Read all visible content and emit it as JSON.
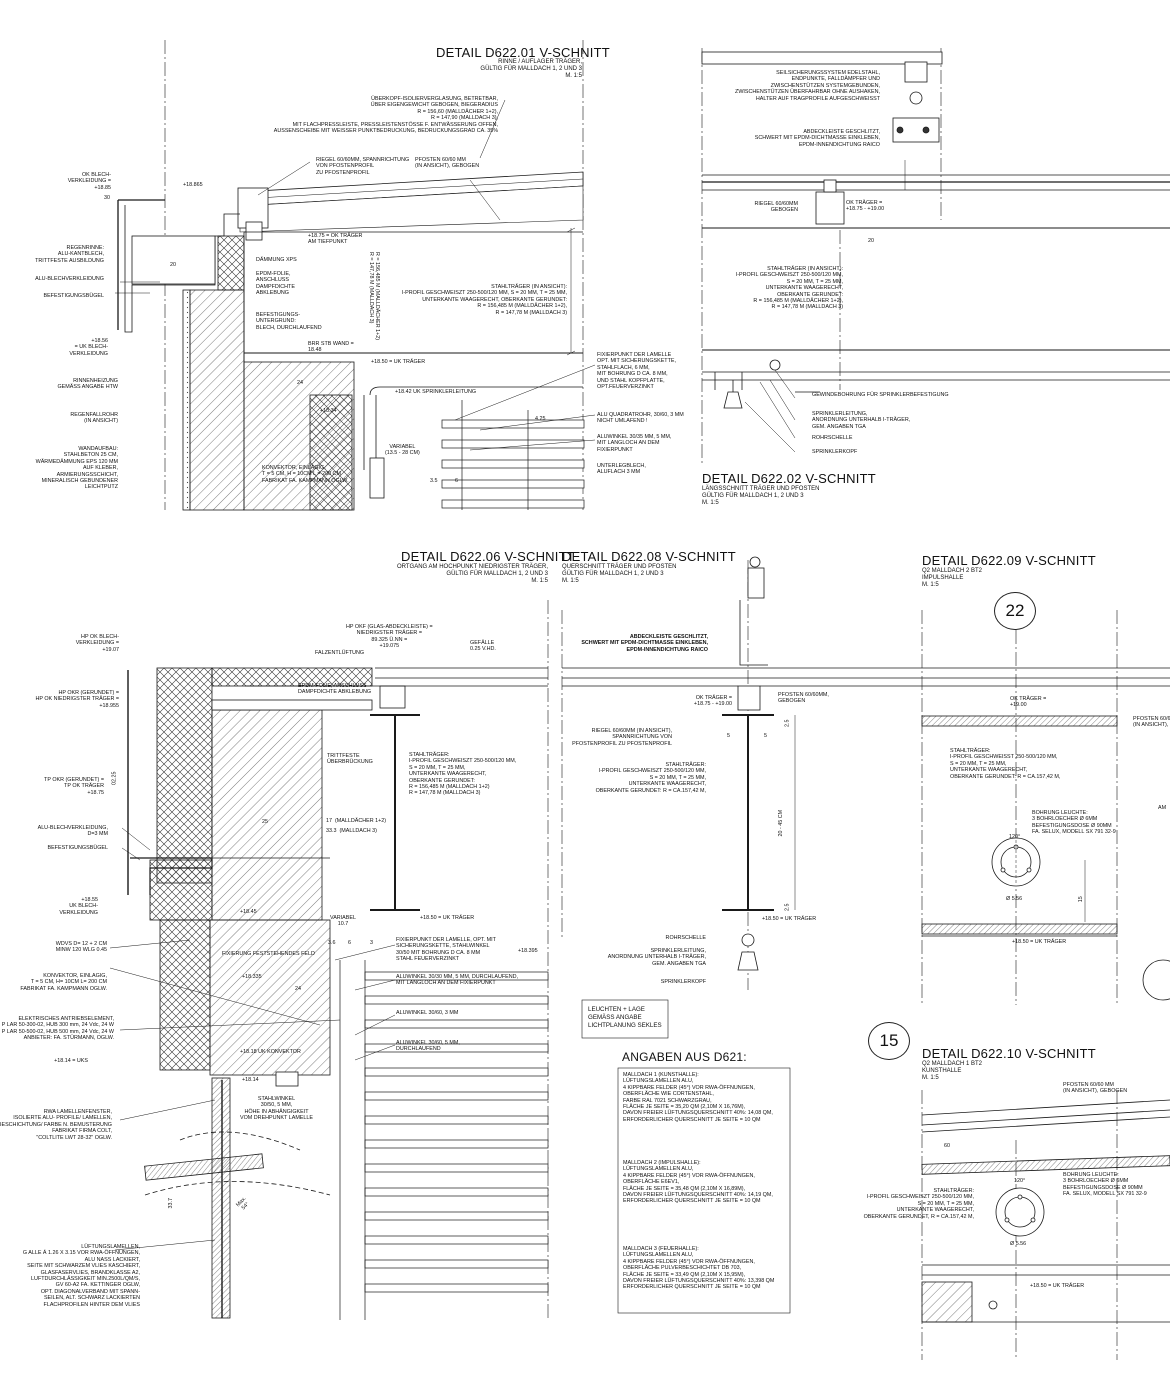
{
  "details": {
    "d01": {
      "title": "DETAIL D622.01  V-SCHNITT",
      "subtitle": "RINNE / AUFLAGER TRÄGER,\nGÜLTIG FÜR MALLDACH 1, 2 UND 3\nM. 1:5",
      "labels": {
        "glazing": "ÜBERKOPF-ISOLIERVERGLASUNG, BETRETBAR,\nÜBER EIGENGEWICHT GEBOGEN, BIEGERADIUS\nR = 156,60 (MALLDÄCHER 1+2),\nR = 147,90 (MALLDACH 3),\nMIT FLACHPRESSLEISTE, PRESSLEISTENSTÖSSE F. ENTWÄSSERUNG OFFEN,\nAUSSENSCHEIBE MIT WEISSER PUNKTBEDRUCKUNG, BEDRUCKUNGSGRAD CA. 35%",
        "riegel": "RIEGEL 60/60MM, SPANNRICHTUNG\nVON PFOSTENPROFIL\nZU PFOSTENPROFIL",
        "pfosten": "PFOSTEN 60/60 MM\n(IN ANSICHT), GEBOGEN",
        "ok_blech": "OK BLECH-\nVERKLEIDUNG =\n+18.85",
        "level_18865": "+18.865",
        "regenrinne": "REGENRINNE:\nALU-KANTBLECH,\nTRITTFESTE AUSBILDUNG",
        "alu_blech": "ALU-BLECHVERKLEIDUNG",
        "befestigung": "BEFESTIGUNGSBÜGEL",
        "uk_blech": "+18.56\n= UK BLECH-\nVERKLEIDUNG",
        "rinnenheizung": "RINNENHEIZUNG\nGEMÄSS ANGABE HTW",
        "regenfallrohr": "REGENFALLROHR\n(IN ANSICHT)",
        "wandaufbau": "WANDAUFBAU:\nSTAHLBETON 25 CM,\nWÄRMEDÄMMUNG EPS 120 MM\nAUF KLEBER,\nARMIERUNGSSCHICHT,\nMINERALISCH GEBUNDENER\nLEICHTPUTZ",
        "daemmung": "DÄMMUNG XPS",
        "epdm": "EPDM-FOLIE,\nANSCHLUSS\nDAMPFDICHTE\nABKLEBUNG",
        "befestigungsuntergrund": "BEFESTIGUNGS-\nUNTERGRUND:\nBLECH, DURCHLAUFEND",
        "ok_traeger": "+18.75 = OK TRÄGER\nAM TIEFPUNKT",
        "brr": "BRR STB WAND =\n18.48",
        "uk_traeger": "+18.50 = UK TRÄGER",
        "sprinkler": "+18.42 UK SPRINKLERLEITUNG",
        "stahltraeger": "STAHLTRÄGER (IN ANSICHT):\nI-PROFIL GESCHWEISZT 250-500/120 MM, S = 20 MM, T = 25 MM,\nUNTERKANTE WAAGERECHT, OBERKANTE GERUNDET:\nR = 156,485 M (MALLDÄCHER 1+2),\nR = 147,78 M (MALLDACH 3)",
        "radius_vert": "R = 156,485 M (MALLDÄCHER 1+2)\nR = 147,78 M (MALLDACH 3)",
        "fixierpunkt": "FIXIERPUNKT DER LAMELLE\nOPT. MIT SICHERUNGSKETTE,\nSTAHLFLACH, 6 MM,\nMIT BOHRUNG D CA. 8 MM,\nUND STAHL KOPFPLATTE,\nOPT.FEUERVERZINKT",
        "alu_quadrat": "ALU QUADRATROHR, 30/60, 3 MM\nNICHT UMLAFEND !",
        "aluwinkel": "ALUWINKEL 30/35 MM, 5 MM,\nMIT LANGLOCH AN DEM\nFIXIERPUNKT",
        "unterleg": "UNTERLEGBLECH,\nALUFLACH 3 MM",
        "variabel": "VARIABEL\n(13.5 - 28 CM)",
        "konvektor": "KONVEKTOR, EINLAGIG,\nT = 5 CM, H = 10CM L = 200 CM\nFABRIKAT FA. KAMPMANN OGLW.",
        "level_1834": "+18.34",
        "dim_20": "20",
        "dim_24": "24",
        "dim_30": "30",
        "dim_35": "3.5",
        "dim_6": "6",
        "dim_425": "4.25"
      }
    },
    "d02": {
      "title": "DETAIL D622.02  V-SCHNITT",
      "subtitle": "LÄNGSSCHNITT TRÄGER UND PFOSTEN\nGÜLTIG FÜR MALLDACH 1, 2 UND 3\nM. 1:5",
      "labels": {
        "seil": "SEILSICHERUNGSSYSTEM EDELSTAHL,\nENDPUNKTE, FALLDÄMPFER UND\nZWISCHENSTÜTZEN SYSTEMGEBUNDEN,\nZWISCHENSTÜTZEN ÜBERFAHRBAR OHNE AUSHAKEN,\nHALTER AUF TRAGPROFILE AUFGESCHWEISST",
        "abdeckleiste": "ABDECKLEISTE GESCHLITZT,\nSCHWERT MIT EPDM-DICHTMASSE EINKLEBEN,\nEPDM-INNENDICHTUNG RAICO",
        "riegel": "RIEGEL 60/60MM\nGEBOGEN",
        "ok_traeger": "OK TRÄGER =\n+18.75 - +19.00",
        "dim_20": "20",
        "stahltraeger": "STAHLTRÄGER (IN ANSICHT):\nI-PROFIL GESCHWEISZT 250-500/120 MM,\nS = 20 MM, T = 25 MM,\nUNTERKANTE WAAGERECHT,\nOBERKANTE GERUNDET:\nR = 156,485 M (MALLDÄCHER 1+2),\nR = 147,78 M (MALLDACH 3)",
        "gewinde": "GEWINDEBOHRUNG FÜR SPRINKLERBEFESTIGUNG",
        "sprinklerleitung": "SPRINKLERLEITUNG,\nANORDNUNG UNTERHALB I-TRÄGER,\nGEM. ANGABEN TGA",
        "rohrschelle": "ROHRSCHELLE",
        "sprinklerkopf": "SPRINKLERKOPF"
      }
    },
    "d06": {
      "title": "DETAIL D622.06  V-SCHNITT",
      "subtitle": "ORTGANG AM HOCHPUNKT NIEDRIGSTER TRÄGER,\nGÜLTIG FÜR MALLDACH 1, 2 UND 3\nM. 1:5",
      "labels": {
        "hp_ok_blech": "HP OK BLECH-\nVERKLEIDUNG =\n+19.07",
        "hp_okf": "HP OKF (GLAS-ABDECKLEISTE) =\nNIEDRIGSTER TRÄGER =\n89.325 Ü.NN =\n+19.075",
        "falzentlueftung": "FALZENTLÜFTUNG",
        "gefaelle": "GEFÄLLE\n0.25 V.HD.",
        "hp_okr": "HP OKR (GERUNDET) =\nHP OK NIEDRIGSTER TRÄGER =\n+18.955",
        "epdm": "EPDM-FOLIE, ANSCHLUSS\nDAMPFDICHTE ABKLEBUNG",
        "trittfeste": "TRITTFESTE\nÜBERBRÜCKUNG",
        "stahltraeger": "STAHLTRÄGER:\nI-PROFIL GESCHWEISZT 250-500/120 MM,\nS = 20 MM, T = 25 MM,\nUNTERKANTE WAAGERECHT,\nOBERKANTE GERUNDET:\nR = 156,485 M (MALLDACH 1+2)\nR = 147,78 M (MALLDACH 3)",
        "tp_okr": "TP OKR (GERUNDET) =\nTP OK TRÄGER\n+18.75",
        "dim_17": "17  (MALLDÄCHER 1+2)",
        "dim_333": "33.3  (MALLDACH 3)",
        "alu_blech": "ALU-BLECHVERKLEIDUNG,\nD=3 MM",
        "befestigung": "BEFESTIGUNGSBÜGEL",
        "uk_blech": "+18.55\nUK BLECH-\nVERKLEIDUNG",
        "level_1845": "+18.45",
        "uk_traeger": "+18.50 = UK TRÄGER",
        "variabel": "VARIABEL\n10.7",
        "wdvs": "WDVS D= 12 + 2 CM\nMINW 120 WLG 0.45",
        "fixierung": "FIXIERUNG FESTSTEHENDES FELD",
        "fixierpunkt": "FIXIERPUNKT DER LAMELLE, OPT. MIT\nSICHERUNGSKETTE, STAHLWINKEL\n30/50 MIT BOHRUNG D CA. 8 MM\nSTAHL FEUERVERZINKT",
        "level_18395": "+18.395",
        "level_18335": "+18.335",
        "konvektor": "KONVEKTOR, EINLAGIG,\nT = 5 CM, H= 10CM L= 200 CM\nFABRIKAT FA. KAMPMANN OGLW.",
        "aluwinkel1": "ALUWINKEL 30/30 MM, 5 MM, DURCHLAUFEND,\nMIT LANGLOCH AN DEM FIXIERPUNKT",
        "aluwinkel2": "ALUWINKEL 30/60, 3 MM",
        "aluwinkel3": "ALUWINKEL 30/60, 5 MM,\nDURCHLAUFEND",
        "antrieb": "ELEKTRISCHES ANTRIEBSELEMENT,\nP LAR 50-300-02, HUB 300 mm, 24 Vdc, 24 W\nP LAR 50-500-02, HUB 500 mm, 24 Vdc, 24 W\nANBIETER: FA. STÜRMANN, OGLW.",
        "uks": "+18.14 = UKS",
        "uk_konvektor": "+18.18 UK KONVEKTOR",
        "level_1814": "+18.14",
        "stahlwinkel": "STAHLWINKEL\n30/50, 5 MM,\nHÖHE IN ABHÄNGIGKEIT\nVOM DREHPUNKT LAMELLE",
        "rwa": "RWA LAMELLENFENSTER,\nISOLIERTE ALU- PROFILE/ LAMELLEN,\nBESCHICHTUNG/ FARBE N. BEMUSTERUNG\nFABRIKAT FIRMA COLT,\n\"COLTLITE LWT 28-32\" OGLW.",
        "lueftung": "LÜFTUNGSLAMELLEN,\nG ALLE Á 1.26 X 3.15 VOR RWA-ÖFFNUNGEN,\nALU NASS LACKIERT,\nSEITE MIT SCHWARZEM VLIES KASCHIERT,\nGLASFASERVLIES, BRANDKLASSE A2,\nLUFTDURCHLÄSSIGKEIT MIN.2500L/QM/S,\nGV 60-A2 FA. KETTINGER OGLW,\nOPT. DIAGONALVERBAND MIT SPANN-\nSEILEN, ALT. SCHWARZ LACKIERTEN\nFLACHPROFILEN HINTER DEM VLIES",
        "max": "Max.\n54°",
        "dim_337": "33.7",
        "dim_3": "3",
        "dim_36": "3.6",
        "dim_6": "6",
        "dim_25": "25",
        "dim_24": "24",
        "dim_0225": "02.25"
      }
    },
    "d08": {
      "title": "DETAIL D622.08  V-SCHNITT",
      "subtitle": "QUERSCHNITT TRÄGER UND PFOSTEN\nGÜLTIG FÜR MALLDACH 1, 2 UND 3\nM. 1:5",
      "labels": {
        "abdeckleiste": "ABDECKLEISTE GESCHLITZT,\nSCHWERT MIT EPDM-DICHTMASSE EINKLEBEN,\nEPDM-INNENDICHTUNG RAICO",
        "ok_traeger": "OK TRÄGER =\n+18.75 - +19.00",
        "pfosten": "PFOSTEN 60/60MM,\nGEBOGEN",
        "riegel": "RIEGEL 60/60MM (IN ANSICHT),\nSPANNRICHTUNG VON\nPFOSTENPROFIL ZU PFOSTENPROFIL",
        "stahltraeger": "STAHLTRÄGER:\nI-PROFIL GESCHWEISZT 250-500/120 MM,\nS = 20 MM, T = 25 MM,\nUNTERKANTE WAAGERECHT,\nOBERKANTE GERUNDET: R = CA.157,42 M,",
        "dim_hoehe": "20 - 45 CM",
        "uk_traeger": "+18.50 = UK TRÄGER",
        "rohrschelle": "ROHRSCHELLE",
        "sprinklerleitung": "SPRINKLERLEITUNG,\nANORDNUNG UNTERHALB I-TRÄGER,\nGEM. ANGABEN TGA",
        "sprinklerkopf": "SPRINKLERKOPF",
        "dim_5a": "5",
        "dim_5b": "5",
        "dim_25": "2.5",
        "dim_25b": "2.5",
        "leuchten": "LEUCHTEN + LAGE\nGEMÄSS ANGABE\nLICHTPLANUNG SEKLES"
      }
    },
    "d09": {
      "title": "DETAIL D622.09  V-SCHNITT",
      "subtitle": "Q2 MALLDACH 2 BT2\nIMPULSHALLE\nM. 1:5",
      "circle": "22",
      "labels": {
        "ok_traeger": "OK TRÄGER =\n+19.00",
        "pfosten": "PFOSTEN 60/60\n(IN ANSICHT),",
        "stahltraeger": "STAHLTRÄGER:\nI-PROFIL GESCHWEISST 250-500/120 MM,\nS = 20 MM, T = 25 MM,\nUNTERKANTE WAAGERECHT,\nOBERKANTE GERUNDET: R = CA.157,42 M,",
        "bohrung": "BOHRUNG LEUCHTE:\n3 BOHRLOECHER Ø 6MM\nBEFESTIGUNGSDOSE Ø 90MM\nFA. SELUX, MODELL SX 791 32-9",
        "angle": "120°",
        "d56": "Ø 5.56",
        "dim_15": "15",
        "uk_traeger": "+18.50 = UK TRÄGER",
        "am": "AM"
      }
    },
    "d10": {
      "title": "DETAIL D622.10  V-SCHNITT",
      "subtitle": "Q2 MALLDACH 1 BT2\nKUNSTHALLE\nM. 1:5",
      "circle": "15",
      "labels": {
        "pfosten": "PFOSTEN 60/60 MM\n(IN ANSICHT), GEBOGEN",
        "dim_60": "60",
        "stahltraeger": "STAHLTRÄGER:\nI-PROFIL GESCHWEISZT 250-500/120 MM,\nS = 20 MM, T = 25 MM,\nUNTERKANTE WAAGERECHT,\nOBERKANTE GERUNDET, R = CA.157,42 M,",
        "bohrung": "BOHRUNG LEUCHTE:\n3 BOHRLOECHER Ø 6MM\nBEFESTIGUNGSDOSE Ø 90MM\nFA. SELUX, MODELL SX 791 32-9",
        "angle": "120°",
        "d56": "Ø 5.56",
        "uk_traeger": "+18.50 = UK TRÄGER"
      }
    }
  },
  "angaben": {
    "title": "ANGABEN AUS D621:",
    "blocks": [
      "MALLDACH 1 (KUNSTHALLE):\nLÜFTUNGSLAMELLEN ALU,\n4 KIPPBARE FELDER (45°) VOR RWA-ÖFFNUNGEN,\nOBERFLÄCHE WIE CORTENSTAHL,\nFARBE RAL 7021 SCHWARZGRAU,\nFLÄCHE JE SEITE = 35,20 QM (2,10M X 16,76M),\nDAVON FREIER LÜFTUNGSQUERSCHNITT 40%: 14,08 QM,\nERFORDERLICHER QUERSCHNITT JE SEITE = 10 QM",
      "MALLDACH 2 (IMPULSHALLE):\nLÜFTUNGSLAMELLEN ALU,\n4 KIPPBARE FELDER (45°) VOR RWA-ÖFFNUNGEN,\nOBERFLÄCHE E6EV1,\nFLÄCHE JE SEITE = 35,48 QM (2,10M X 16,89M),\nDAVON FREIER LÜFTUNGSQUERSCHNITT 40%: 14,19 QM,\nERFORDERLICHER QUERSCHNITT JE SEITE = 10 QM",
      "MALLDACH 3 (FEUERHALLE):\nLÜFTUNGSLAMELLEN ALU,\n4 KIPPBARE FELDER (45°) VOR RWA-ÖFFNUNGEN,\nOBERFLÄCHE PULVERBESCHICHTET DB 703,\nFLÄCHE JE SEITE = 33,49 QM (2,10M X 15,95M),\nDAVON FREIER LÜFTUNGSQUERSCHNITT 40%: 13,398 QM\nERFORDERLICHER QUERSCHNITT JE SEITE = 10 QM"
    ]
  },
  "colors": {
    "line": "#1a1a1a",
    "hatch": "#555555",
    "fill_gray": "#d9d9d9",
    "paper": "#ffffff"
  }
}
